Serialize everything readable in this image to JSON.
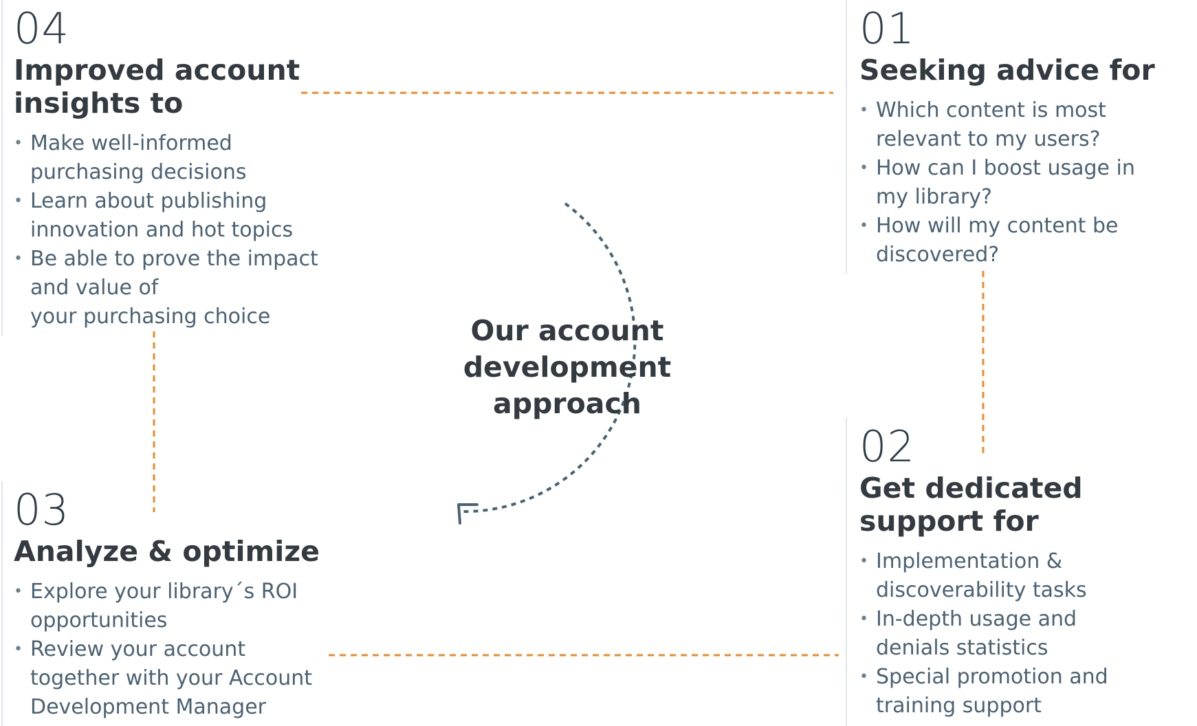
{
  "center": {
    "title_lines": [
      "Our account",
      "development",
      "approach"
    ]
  },
  "steps": [
    {
      "number": "04",
      "heading_lines": [
        "Improved account",
        "insights to"
      ],
      "points": [
        [
          "Make well-informed",
          "purchasing decisions"
        ],
        [
          "Learn about publishing",
          "innovation and hot topics"
        ],
        [
          "Be able to prove the impact",
          "and value of",
          "your purchasing choice"
        ]
      ]
    },
    {
      "number": "01",
      "heading_lines": [
        "Seeking advice for"
      ],
      "points": [
        [
          "Which content is most",
          "relevant to my users?"
        ],
        [
          "How can I boost usage in",
          "my library?"
        ],
        [
          "How will my content be",
          "discovered?"
        ]
      ]
    },
    {
      "number": "03",
      "heading_lines": [
        "Analyze & optimize"
      ],
      "points": [
        [
          "Explore your library´s ROI",
          "opportunities"
        ],
        [
          "Review your account",
          "together with your Account",
          "Development Manager"
        ]
      ]
    },
    {
      "number": "02",
      "heading_lines": [
        "Get dedicated",
        "support for"
      ],
      "points": [
        [
          "Implementation &",
          "discoverability tasks"
        ],
        [
          "In-depth usage and",
          "denials statistics"
        ],
        [
          "Special promotion and",
          "training support"
        ]
      ]
    }
  ],
  "colors": {
    "connector": "#f08a24",
    "cycle_arrow": "#4a6373",
    "heading": "#333a40",
    "body_text": "#4b6272",
    "divider": "#dfe5ea"
  },
  "icons": {
    "cycle": "circular-arrow-icon"
  }
}
